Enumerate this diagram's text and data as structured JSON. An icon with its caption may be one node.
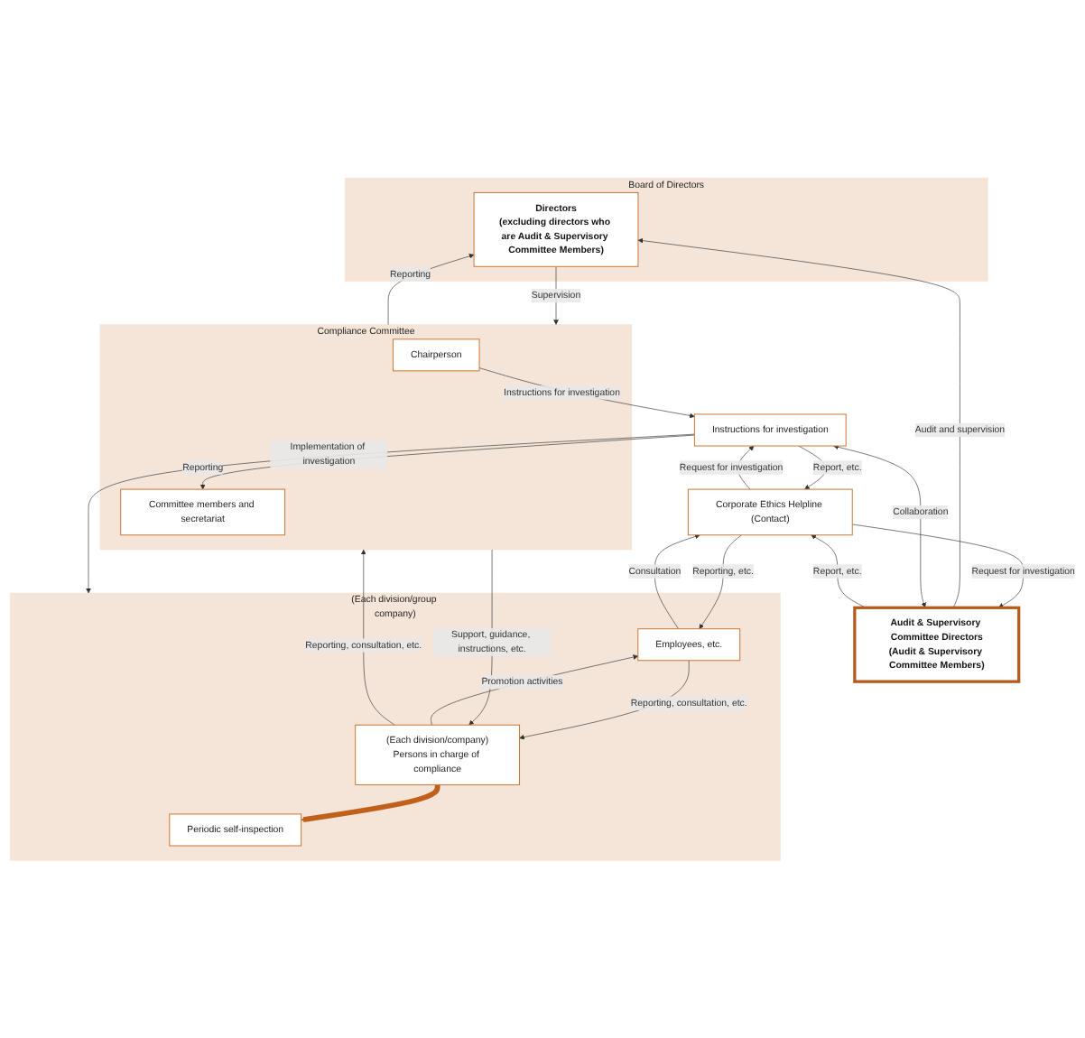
{
  "diagram": {
    "nodes": [
      {
        "text": [
          "Board of Directors"
        ]
      },
      {
        "text": [
          "Directors",
          "(excluding directors who are Audit & Supervisory Committee Members)"
        ],
        "in": 0
      },
      {
        "text": [
          "Audit & Supervisory Committee Directors",
          "(Audit & Supervisory Committee Members)"
        ]
      },
      {
        "text": [
          "Compliance Committee"
        ]
      },
      {
        "text": [
          "Chairperson"
        ],
        "in": 3
      },
      {
        "text": [
          "Committee members and secretariat"
        ],
        "in": 3
      },
      {
        "text": [
          "Instructions for investigation"
        ]
      },
      {
        "text": [
          "(Each division/group company)"
        ]
      },
      {
        "text": [
          "Periodic self-inspection"
        ],
        "in": 7
      },
      {
        "text": [
          "(Each division/company)",
          "Persons in charge of compliance"
        ],
        "in": 7
      },
      {
        "text": [
          "Employees, etc."
        ],
        "in": 7
      },
      {
        "text": [
          "Corporate Ethics Helpline (Contact)"
        ]
      }
    ],
    "edges": [
      {
        "from": 1,
        "to": 3,
        "arrow": "to",
        "label": "Supervision"
      },
      {
        "from": 3,
        "to": 1,
        "arrow": "to",
        "label": "Reporting"
      },
      {
        "from": 2,
        "to": 1,
        "arrow": "to",
        "label": "Audit and supervision"
      },
      {
        "from": 2,
        "to": 6,
        "arrow": "both",
        "label": "Collaboration"
      },
      {
        "from": 4,
        "to": 6,
        "arrow": "to",
        "label": "Instructions for investigation"
      },
      {
        "from": 6,
        "to": 5,
        "arrow": "to",
        "label": "Reporting"
      },
      {
        "from": 3,
        "to": 9,
        "arrow": "to",
        "label": "Support, guidance, instructions, etc."
      },
      {
        "from": 9,
        "to": 3,
        "arrow": "to",
        "label": "Reporting, consultation, etc."
      },
      {
        "from": 6,
        "to": 7,
        "arrow": "to",
        "label": "Implementation of investigation"
      },
      {
        "from": 9,
        "to": 8,
        "arrow": "to",
        "style": "thick",
        "color": "#c0601a"
      },
      {
        "from": 9,
        "to": 10,
        "arrow": "to",
        "label": "Promotion activities"
      },
      {
        "from": 10,
        "to": 9,
        "arrow": "to",
        "label": "Reporting, consultation, etc."
      },
      {
        "from": 10,
        "to": 11,
        "arrow": "to",
        "label": "Consultation"
      },
      {
        "from": 11,
        "to": 10,
        "arrow": "to",
        "label": "Reporting, etc."
      },
      {
        "from": 11,
        "to": 6,
        "arrow": "to",
        "label": "Request for investigation"
      },
      {
        "from": 6,
        "to": 11,
        "arrow": "to",
        "label": "Report, etc."
      },
      {
        "from": 11,
        "to": 2,
        "arrow": "to",
        "label": "Request for investigation"
      },
      {
        "from": 2,
        "to": 11,
        "arrow": "to",
        "label": "Report, etc."
      }
    ]
  }
}
